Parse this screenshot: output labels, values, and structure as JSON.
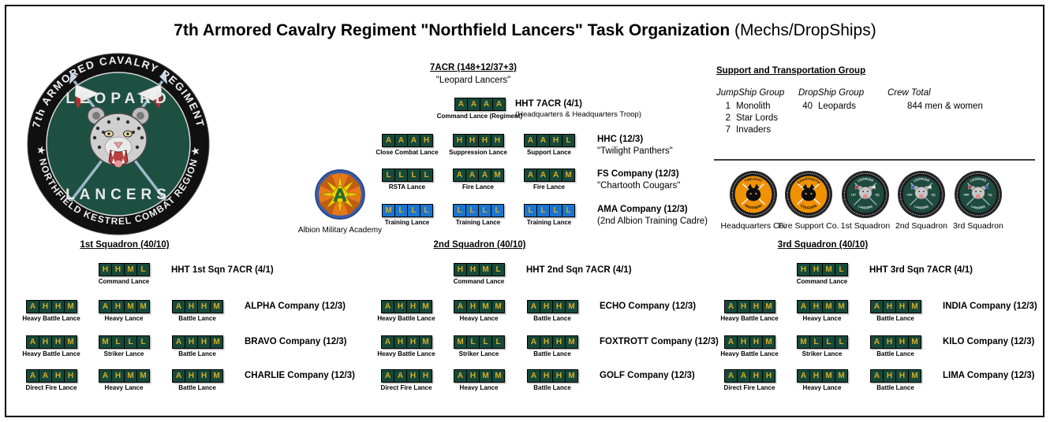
{
  "title": {
    "main": "7th Armored Cavalry Regiment \"Northfield Lancers\" Task Organization",
    "suffix": " (Mechs/DropShips)"
  },
  "colors": {
    "lance_green": "#17493b",
    "lance_blue": "#1b74cf",
    "letter_gold": "#d8ae22",
    "badge_orange": "#f09200",
    "badge_green": "#1d4b3d",
    "crest_green": "#1d5040"
  },
  "regiment_logo": {
    "ring_top": "7th ARMORED CAVALRY REGIMENT",
    "ring_bottom": "★ NORTHFIELD KESTREL COMBAT REGION ★",
    "inner_top": "LEOPARD",
    "inner_bottom": "LANCERS"
  },
  "regiment": {
    "header": "7ACR (148+12/37+3)",
    "nickname": "\"Leopard Lancers\"",
    "command_lance": {
      "cells": [
        "A",
        "A",
        "A",
        "A"
      ],
      "caption": "Command Lance (Regiment)",
      "color": "green"
    },
    "hht": {
      "label": "HHT 7ACR (4/1)",
      "sub": "(Headquarters & Headquarters Troop)"
    },
    "rows": [
      {
        "lances": [
          {
            "cells": [
              "A",
              "A",
              "A",
              "H"
            ],
            "caption": "Close Combat Lance",
            "color": "green"
          },
          {
            "cells": [
              "H",
              "H",
              "H",
              "H"
            ],
            "caption": "Suppression Lance",
            "color": "green"
          },
          {
            "cells": [
              "A",
              "A",
              "H",
              "L"
            ],
            "caption": "Support Lance",
            "color": "green"
          }
        ],
        "label": "HHC (12/3)",
        "sublabel": "\"Twilight Panthers\""
      },
      {
        "lances": [
          {
            "cells": [
              "L",
              "L",
              "L",
              "L"
            ],
            "caption": "RSTA Lance",
            "color": "green"
          },
          {
            "cells": [
              "A",
              "A",
              "A",
              "M"
            ],
            "caption": "Fire Lance",
            "color": "green"
          },
          {
            "cells": [
              "A",
              "A",
              "A",
              "M"
            ],
            "caption": "Fire Lance",
            "color": "green"
          }
        ],
        "label": "FS Company (12/3)",
        "sublabel": "\"Chartooth Cougars\""
      },
      {
        "lances": [
          {
            "cells": [
              "M",
              "L",
              "L",
              "L"
            ],
            "caption": "Training Lance",
            "color": "blue"
          },
          {
            "cells": [
              "L",
              "L",
              "L",
              "L"
            ],
            "caption": "Training Lance",
            "color": "blue"
          },
          {
            "cells": [
              "L",
              "L",
              "L",
              "L"
            ],
            "caption": "Training Lance",
            "color": "blue"
          }
        ],
        "label": "AMA Company (12/3)",
        "sublabel": "(2nd Albion Training Cadre)"
      }
    ]
  },
  "academy": {
    "caption": "Albion Military Academy",
    "monogram": "A"
  },
  "support": {
    "header": "Support and Transportation Group",
    "columns": [
      {
        "header": "JumpShip Group",
        "rows": [
          {
            "num": "1",
            "name": "Monolith"
          },
          {
            "num": "2",
            "name": "Star Lords"
          },
          {
            "num": "7",
            "name": "Invaders"
          }
        ]
      },
      {
        "header": "DropShip Group",
        "rows": [
          {
            "num": "40",
            "name": "Leopards"
          }
        ]
      },
      {
        "header": "Crew Total",
        "rows": [
          {
            "num": "",
            "name": "844 men & women"
          }
        ]
      }
    ]
  },
  "badges": [
    {
      "caption": "Headquarters Co.",
      "style": "orange",
      "disc_top": "TWILIGHT",
      "disc_bottom": "PANTHERS"
    },
    {
      "caption": "Fire Support Co.",
      "style": "orange",
      "disc_top": "CHARTOOTH",
      "disc_bottom": "COUGARS"
    },
    {
      "caption": "1st Squadron",
      "style": "green",
      "disc_top": "LEOPARD",
      "disc_bottom": "LANCERS",
      "side_left": "1ST",
      "side_right": "SQ",
      "flags": [
        "#c03434",
        "#e8e8e8"
      ]
    },
    {
      "caption": "2nd Squadron",
      "style": "green",
      "disc_top": "LEOPARD",
      "disc_bottom": "LANCERS",
      "side_left": "2ND",
      "side_right": "SQ",
      "flags": [
        "#3a5cc0",
        "#e8e8e8"
      ]
    },
    {
      "caption": "3rd Squadron",
      "style": "green",
      "disc_top": "LEOPARD",
      "disc_bottom": "LANCERS",
      "side_left": "3RD",
      "side_right": "SQ",
      "flags": [
        "#c03434",
        "#3a5cc0"
      ]
    }
  ],
  "squadrons": [
    {
      "header": "1st Squadron (40/10)",
      "command_lance": {
        "cells": [
          "H",
          "H",
          "M",
          "L"
        ],
        "caption": "Command Lance",
        "color": "green"
      },
      "hht_label": "HHT 1st Sqn 7ACR (4/1)",
      "companies": [
        {
          "label": "ALPHA Company (12/3)",
          "lances": [
            {
              "cells": [
                "A",
                "H",
                "H",
                "M"
              ],
              "caption": "Heavy Battle Lance",
              "color": "green"
            },
            {
              "cells": [
                "A",
                "H",
                "M",
                "M"
              ],
              "caption": "Heavy Lance",
              "color": "green"
            },
            {
              "cells": [
                "A",
                "H",
                "H",
                "M"
              ],
              "caption": "Battle Lance",
              "color": "green"
            }
          ]
        },
        {
          "label": "BRAVO Company (12/3)",
          "lances": [
            {
              "cells": [
                "A",
                "H",
                "H",
                "M"
              ],
              "caption": "Heavy Battle Lance",
              "color": "green"
            },
            {
              "cells": [
                "M",
                "L",
                "L",
                "L"
              ],
              "caption": "Striker Lance",
              "color": "green"
            },
            {
              "cells": [
                "A",
                "H",
                "H",
                "M"
              ],
              "caption": "Battle Lance",
              "color": "green"
            }
          ]
        },
        {
          "label": "CHARLIE Company (12/3)",
          "lances": [
            {
              "cells": [
                "A",
                "A",
                "H",
                "H"
              ],
              "caption": "Direct Fire Lance",
              "color": "green"
            },
            {
              "cells": [
                "A",
                "H",
                "M",
                "M"
              ],
              "caption": "Heavy Lance",
              "color": "green"
            },
            {
              "cells": [
                "A",
                "H",
                "H",
                "M"
              ],
              "caption": "Battle Lance",
              "color": "green"
            }
          ]
        }
      ]
    },
    {
      "header": "2nd Squadron (40/10)",
      "command_lance": {
        "cells": [
          "H",
          "H",
          "M",
          "L"
        ],
        "caption": "Command Lance",
        "color": "green"
      },
      "hht_label": "HHT 2nd Sqn 7ACR (4/1)",
      "companies": [
        {
          "label": "ECHO Company (12/3)",
          "lances": [
            {
              "cells": [
                "A",
                "H",
                "H",
                "M"
              ],
              "caption": "Heavy Battle Lance",
              "color": "green"
            },
            {
              "cells": [
                "A",
                "H",
                "M",
                "M"
              ],
              "caption": "Heavy Lance",
              "color": "green"
            },
            {
              "cells": [
                "A",
                "H",
                "H",
                "M"
              ],
              "caption": "Battle Lance",
              "color": "green"
            }
          ]
        },
        {
          "label": "FOXTROTT Company (12/3)",
          "lances": [
            {
              "cells": [
                "A",
                "H",
                "H",
                "M"
              ],
              "caption": "Heavy Battle Lance",
              "color": "green"
            },
            {
              "cells": [
                "M",
                "L",
                "L",
                "L"
              ],
              "caption": "Striker Lance",
              "color": "green"
            },
            {
              "cells": [
                "A",
                "H",
                "H",
                "M"
              ],
              "caption": "Battle Lance",
              "color": "green"
            }
          ]
        },
        {
          "label": "GOLF Company (12/3)",
          "lances": [
            {
              "cells": [
                "A",
                "A",
                "H",
                "H"
              ],
              "caption": "Direct Fire Lance",
              "color": "green"
            },
            {
              "cells": [
                "A",
                "H",
                "M",
                "M"
              ],
              "caption": "Heavy Lance",
              "color": "green"
            },
            {
              "cells": [
                "A",
                "H",
                "H",
                "M"
              ],
              "caption": "Battle Lance",
              "color": "green"
            }
          ]
        }
      ]
    },
    {
      "header": "3rd Squadron (40/10)",
      "command_lance": {
        "cells": [
          "H",
          "H",
          "M",
          "L"
        ],
        "caption": "Command Lance",
        "color": "green"
      },
      "hht_label": "HHT 3rd Sqn 7ACR (4/1)",
      "companies": [
        {
          "label": "INDIA Company (12/3)",
          "lances": [
            {
              "cells": [
                "A",
                "H",
                "H",
                "M"
              ],
              "caption": "Heavy Battle Lance",
              "color": "green"
            },
            {
              "cells": [
                "A",
                "H",
                "M",
                "M"
              ],
              "caption": "Heavy Lance",
              "color": "green"
            },
            {
              "cells": [
                "A",
                "H",
                "H",
                "M"
              ],
              "caption": "Battle Lance",
              "color": "green"
            }
          ]
        },
        {
          "label": "KILO Company (12/3)",
          "lances": [
            {
              "cells": [
                "A",
                "H",
                "H",
                "M"
              ],
              "caption": "Heavy Battle Lance",
              "color": "green"
            },
            {
              "cells": [
                "M",
                "L",
                "L",
                "L"
              ],
              "caption": "Striker Lance",
              "color": "green"
            },
            {
              "cells": [
                "A",
                "H",
                "H",
                "M"
              ],
              "caption": "Battle Lance",
              "color": "green"
            }
          ]
        },
        {
          "label": "LIMA Company (12/3)",
          "lances": [
            {
              "cells": [
                "A",
                "A",
                "H",
                "H"
              ],
              "caption": "Direct Fire Lance",
              "color": "green"
            },
            {
              "cells": [
                "A",
                "H",
                "M",
                "M"
              ],
              "caption": "Heavy Lance",
              "color": "green"
            },
            {
              "cells": [
                "A",
                "H",
                "H",
                "M"
              ],
              "caption": "Battle Lance",
              "color": "green"
            }
          ]
        }
      ]
    }
  ]
}
